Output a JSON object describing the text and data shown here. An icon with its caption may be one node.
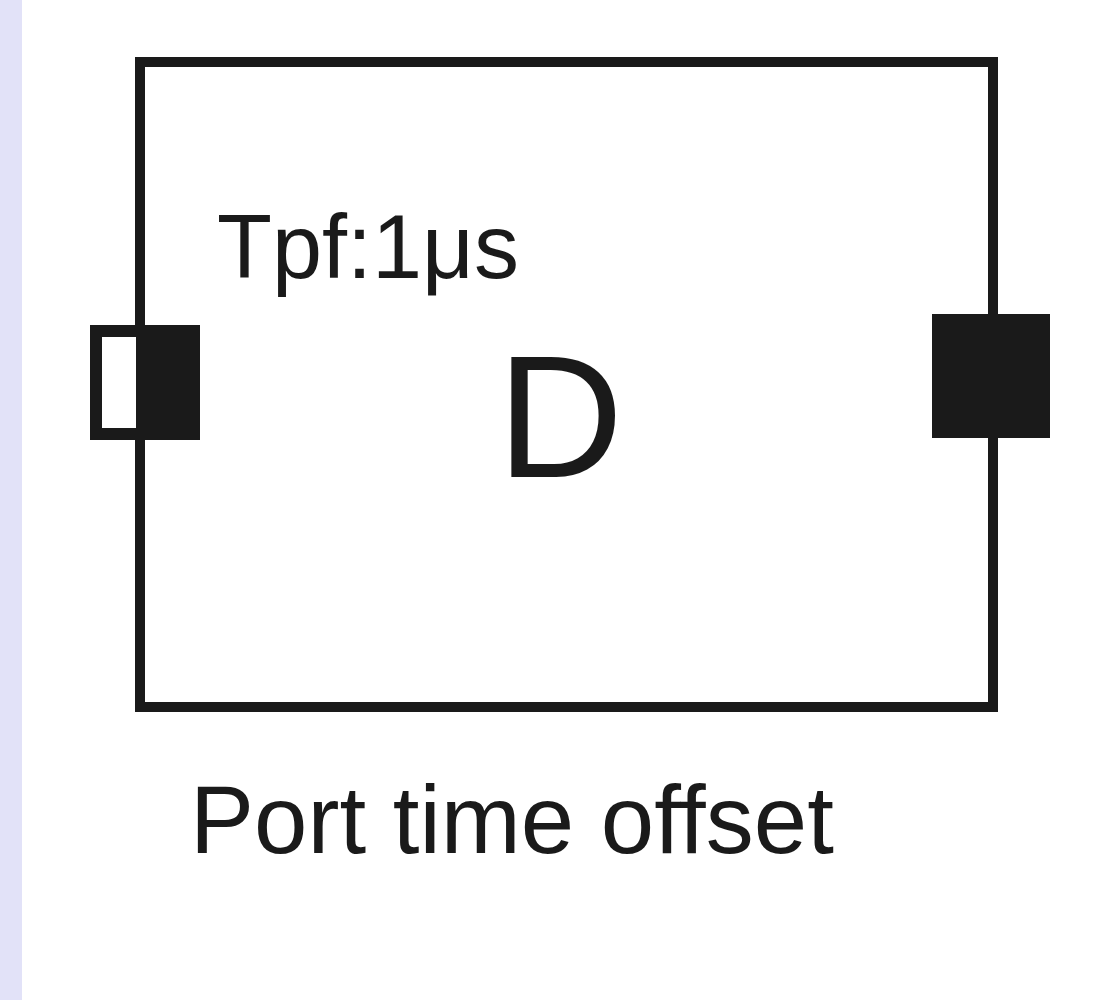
{
  "diagram": {
    "nodes": [
      {
        "text": [
          "Tpf:1μs",
          "D"
        ],
        "beside": [
          "Port time offset"
        ]
      }
    ]
  }
}
